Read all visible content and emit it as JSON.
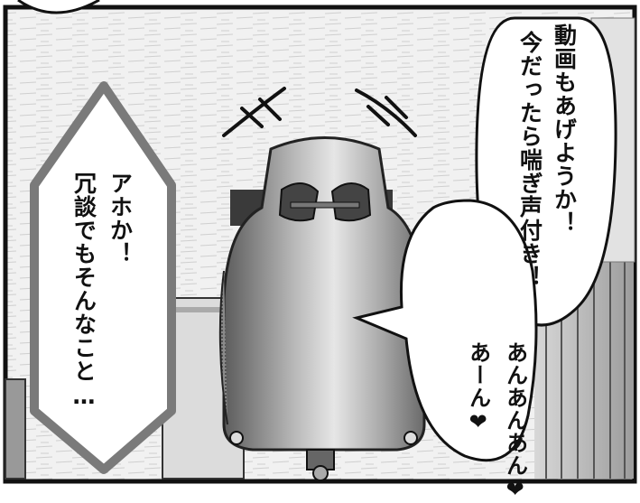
{
  "speech_right": {
    "col1": "動画もあげようか！",
    "col2": "今だったら喘ぎ声付き！"
  },
  "speech_right_lower": {
    "col1": "あんあんあん",
    "heart1": "❤",
    "col2": "あーん",
    "heart2": "❤"
  },
  "narration_left": {
    "col1": "アホか！",
    "col2": "冗談でもそんなこと…"
  }
}
